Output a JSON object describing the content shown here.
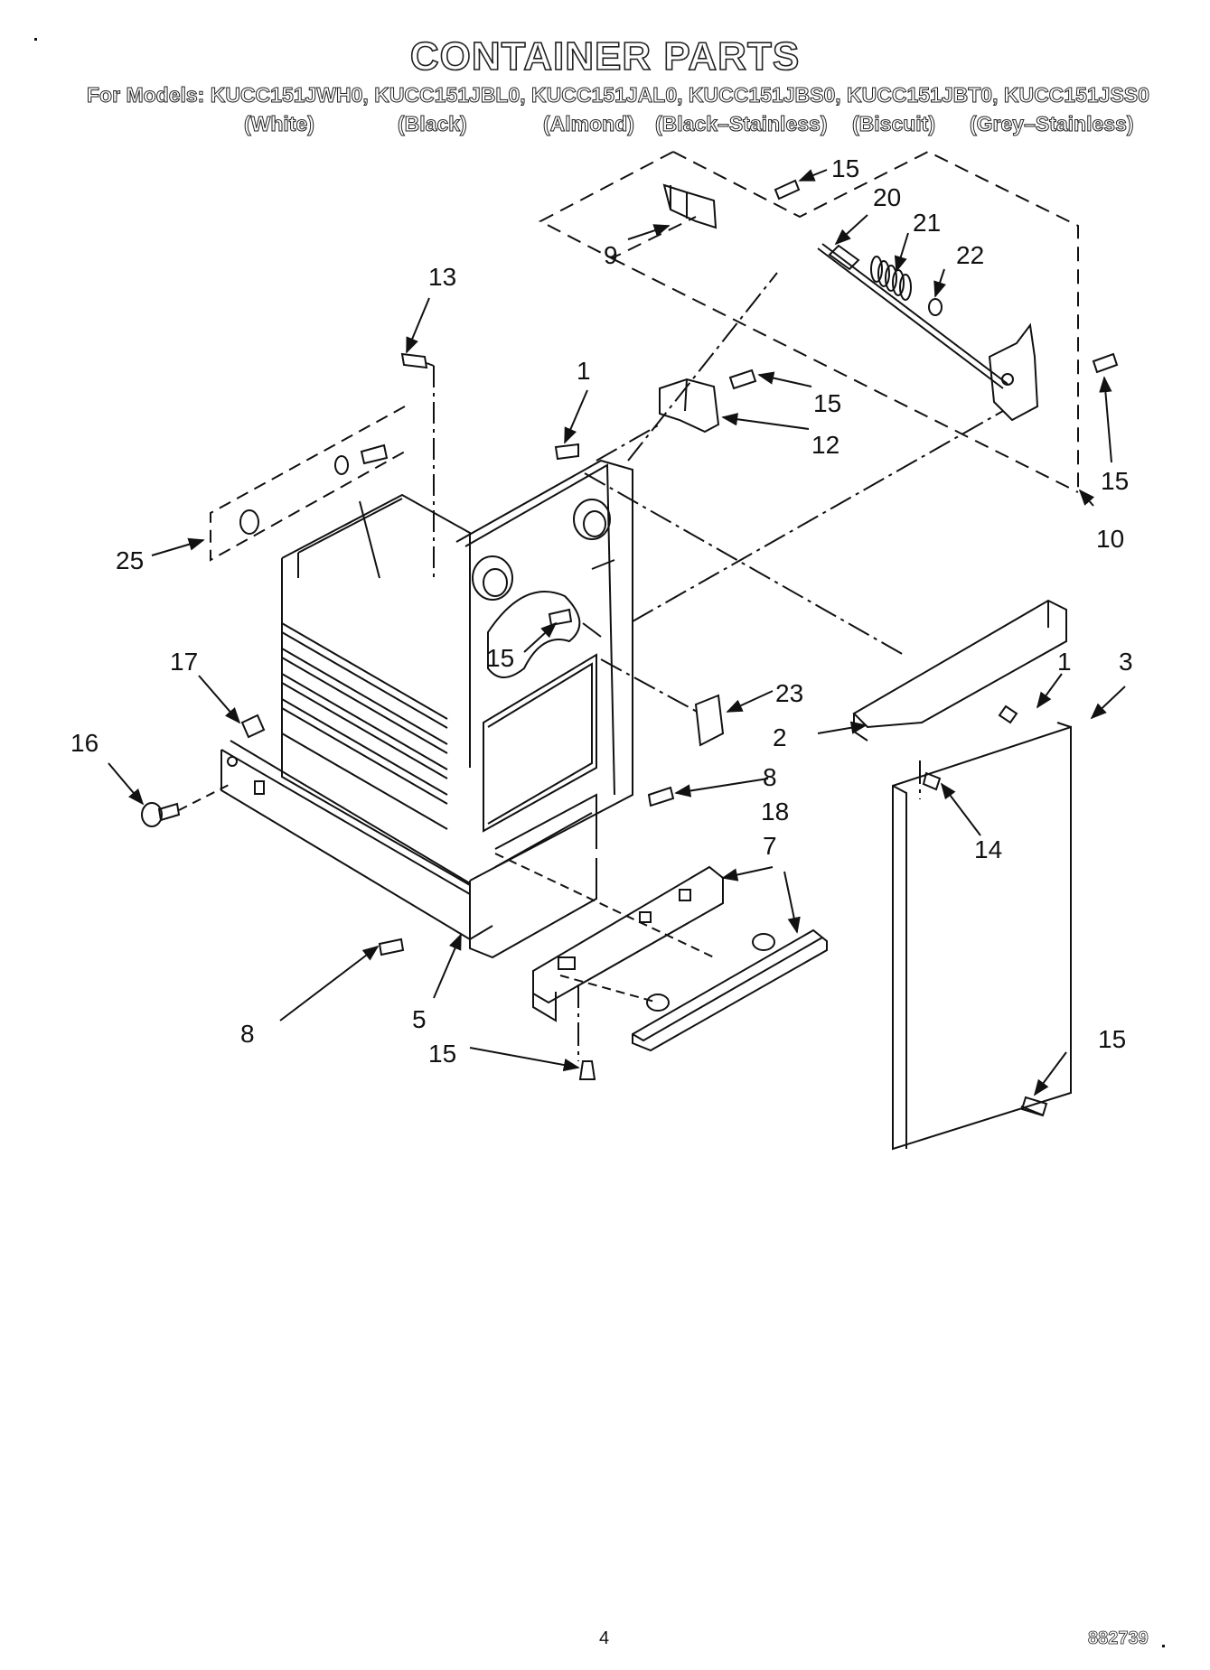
{
  "header": {
    "title": "CONTAINER PARTS",
    "models_line": "For Models: KUCC151JWH0, KUCC151JBL0, KUCC151JAL0, KUCC151JBS0, KUCC151JBT0, KUCC151JSS0",
    "colors": [
      "(White)",
      "(Black)",
      "(Almond)",
      "(Black–Stainless)",
      "(Biscuit)",
      "(Grey–Stainless)"
    ]
  },
  "callouts": {
    "c15a": "15",
    "c20": "20",
    "c21": "21",
    "c22": "22",
    "c9": "9",
    "c13": "13",
    "c1a": "1",
    "c15b": "15",
    "c12": "12",
    "c15c": "15",
    "c10": "10",
    "c25": "25",
    "c15d": "15",
    "c23": "23",
    "c17": "17",
    "c1b": "1",
    "c3": "3",
    "c16": "16",
    "c2": "2",
    "c8a": "8",
    "c18": "18",
    "c7": "7",
    "c14": "14",
    "c8b": "8",
    "c5": "5",
    "c15e": "15",
    "c15f": "15"
  },
  "footer": {
    "page_number": "4",
    "doc_code": "882739"
  }
}
